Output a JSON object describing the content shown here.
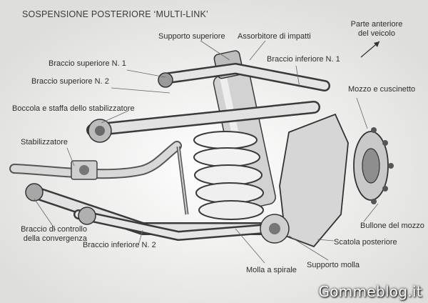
{
  "title": "SOSPENSIONE POSTERIORE ‘MULTI-LINK’",
  "labels": {
    "supporto_superiore": "Supporto superiore",
    "assorbitore": "Assorbitore di impatti",
    "parte_anteriore_1": "Parte anteriore",
    "parte_anteriore_2": "del veicolo",
    "braccio_superiore_1": "Braccio superiore N. 1",
    "braccio_inferiore_1": "Braccio inferiore N. 1",
    "braccio_superiore_2": "Braccio superiore N. 2",
    "mozzo_cuscinetto": "Mozzo e cuscinetto",
    "boccola": "Boccola e staffa dello stabilizzatore",
    "stabilizzatore": "Stabilizzatore",
    "braccio_controllo_1": "Braccio di controllo",
    "braccio_controllo_2": "della convergenza",
    "braccio_inferiore_2": "Braccio inferiore N. 2",
    "bullone": "Bullone del mozzo",
    "scatola": "Scatola posteriore",
    "molla": "Molla a spirale",
    "supporto_molla": "Supporto molla"
  },
  "watermark": "Gommeblog.it",
  "colors": {
    "background": "#ececea",
    "text": "#2d2d2d",
    "line": "#666666"
  }
}
